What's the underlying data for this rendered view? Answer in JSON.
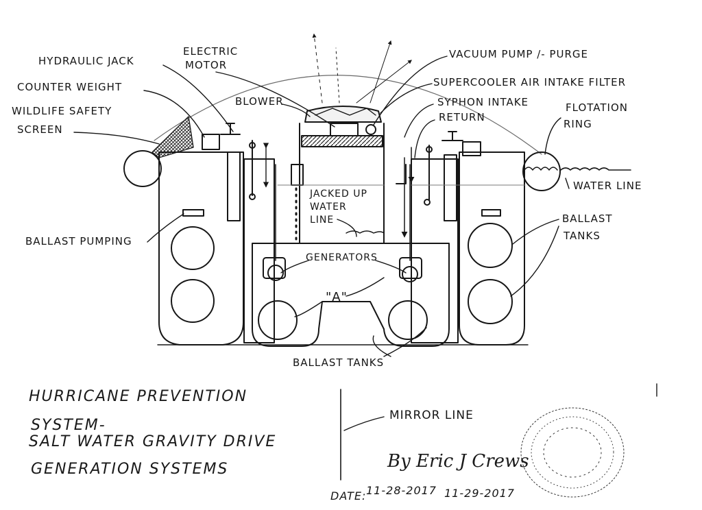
{
  "labels": {
    "hydraulic_jack": "HYDRAULIC JACK",
    "electric_motor_1": "ELECTRIC",
    "electric_motor_2": "MOTOR",
    "counter_weight": "COUNTER WEIGHT",
    "wildlife_1": "WILDLIFE SAFETY",
    "wildlife_2": "SCREEN",
    "blower": "BLOWER",
    "vacuum_pump": "VACUUM PUMP /- PURGE",
    "supercooler": "SUPERCOOLER AIR INTAKE FILTER",
    "syphon_intake": "SYPHON INTAKE",
    "return": "RETURN",
    "flotation_1": "FLOTATION",
    "flotation_2": "RING",
    "water_line": "WATER LINE",
    "jacked_1": "JACKED UP",
    "jacked_2": "WATER",
    "jacked_3": "LINE",
    "ballast_tanks_right_1": "BALLAST",
    "ballast_tanks_right_2": "TANKS",
    "ballast_pumping": "BALLAST PUMPING",
    "generators": "GENERATORS",
    "marker_a": "\"A\"",
    "ballast_tanks_bottom": "BALLAST TANKS"
  },
  "title": {
    "line1": "HURRICANE PREVENTION",
    "line2": "SYSTEM-",
    "line3": "SALT WATER GRAVITY DRIVE",
    "line4": "GENERATION SYSTEMS"
  },
  "mirror_line": "MIRROR LINE",
  "signature": "By Eric J Crews",
  "date_label": "DATE:",
  "date_1": "11-28-2017",
  "date_2": "11-29-2017"
}
